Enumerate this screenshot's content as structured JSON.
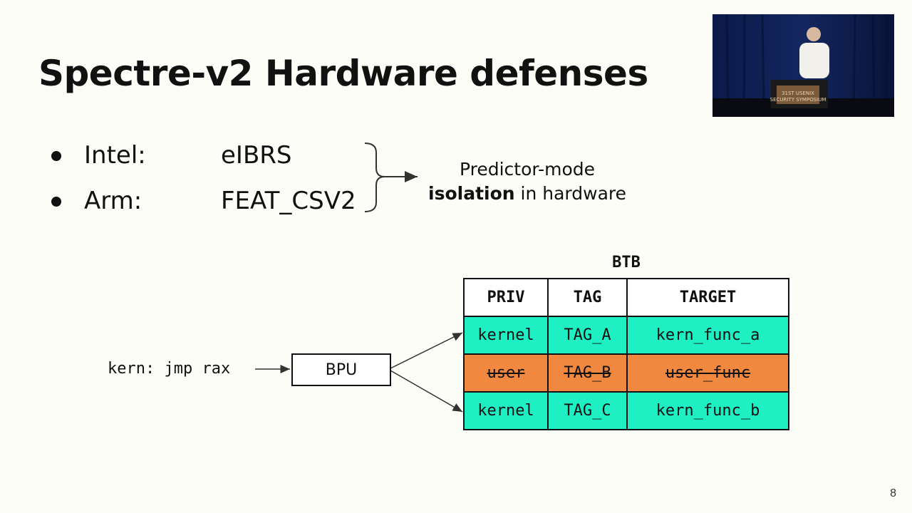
{
  "slide": {
    "title": "Spectre-v2 Hardware defenses",
    "page_number": "8"
  },
  "bullets": [
    {
      "vendor": "Intel:",
      "feature": "eIBRS"
    },
    {
      "vendor": "Arm:",
      "feature": "FEAT_CSV2"
    }
  ],
  "note": {
    "line1": "Predictor-mode",
    "bold": "isolation",
    "rest": " in hardware"
  },
  "diagram": {
    "code": "kern: jmp rax",
    "bpu_label": "BPU",
    "btb_title": "BTB",
    "headers": [
      "PRIV",
      "TAG",
      "TARGET"
    ],
    "rows": [
      {
        "priv": "kernel",
        "tag": "TAG_A",
        "target": "kern_func_a",
        "status": "allowed"
      },
      {
        "priv": "user",
        "tag": "TAG_B",
        "target": "user_func",
        "status": "blocked"
      },
      {
        "priv": "kernel",
        "tag": "TAG_C",
        "target": "kern_func_b",
        "status": "allowed"
      }
    ],
    "colors": {
      "allowed": "#1ef0c4",
      "blocked": "#f0893f"
    }
  }
}
